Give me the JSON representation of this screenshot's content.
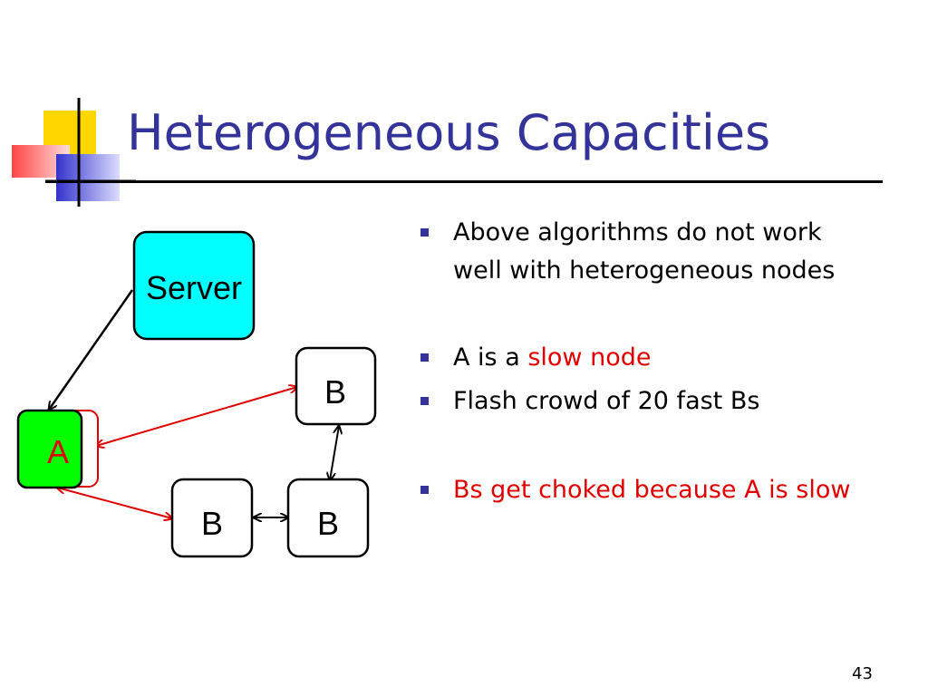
{
  "slide": {
    "title": "Heterogeneous Capacities",
    "number": "43"
  },
  "bullets": [
    {
      "text": "Above algorithms do not work",
      "text2": "well with heterogeneous nodes"
    },
    {
      "prefix": "A is a ",
      "highlight": "slow node"
    },
    {
      "text": "Flash crowd of 20 fast Bs"
    },
    {
      "text": "Bs get choked because A is slow"
    }
  ],
  "diagram": {
    "nodes": {
      "server": "Server",
      "a": "A",
      "b_top": "B",
      "b_left": "B",
      "b_right": "B"
    }
  },
  "colors": {
    "title": "#333399",
    "bullet_marker": "#333399",
    "highlight": "#e00000",
    "server_fill": "#00ffff",
    "a_fill": "#00ff00",
    "red_arrow": "#e00000"
  }
}
